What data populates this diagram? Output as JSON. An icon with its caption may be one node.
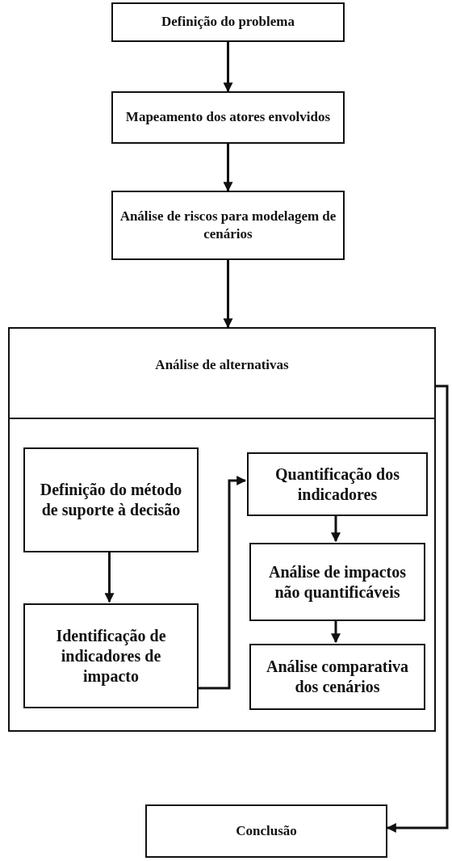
{
  "diagram": {
    "nodes": [
      {
        "text": [
          "Definição do problema"
        ]
      },
      {
        "text": [
          "Mapeamento dos atores envolvidos"
        ]
      },
      {
        "text": [
          "Análise de riscos para modelagem de cenários"
        ]
      },
      {
        "text": [
          "Análise de alternativas"
        ]
      },
      {
        "text": [
          "Definição do método de suporte à decisão"
        ],
        "in": 3
      },
      {
        "text": [
          "Identificação de indicadores de impacto"
        ],
        "in": 3
      },
      {
        "text": [
          "Quantificação dos indicadores"
        ],
        "in": 3
      },
      {
        "text": [
          "Análise de impactos não quantificáveis"
        ],
        "in": 3
      },
      {
        "text": [
          "Análise comparativa dos cenários"
        ],
        "in": 3
      },
      {
        "text": [
          "Conclusão"
        ]
      }
    ],
    "edges": [
      {
        "from": 0,
        "to": 1,
        "arrow": "to"
      },
      {
        "from": 1,
        "to": 2,
        "arrow": "to"
      },
      {
        "from": 2,
        "to": 3,
        "arrow": "to"
      },
      {
        "from": 4,
        "to": 5,
        "arrow": "to"
      },
      {
        "from": 5,
        "to": 6,
        "arrow": "to"
      },
      {
        "from": 6,
        "to": 7,
        "arrow": "to"
      },
      {
        "from": 7,
        "to": 8,
        "arrow": "to"
      },
      {
        "from": 3,
        "to": 9,
        "arrow": "to"
      }
    ]
  }
}
